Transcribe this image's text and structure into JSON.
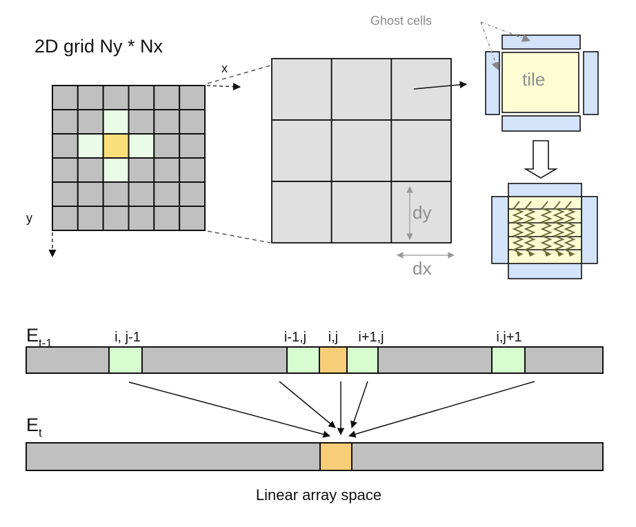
{
  "grid2d": {
    "title": "2D grid Ny * Nx",
    "x_axis": "x",
    "y_axis": "y",
    "rows": 6,
    "cols": 6,
    "center_cell": [
      2,
      2
    ],
    "neighbor_cells": [
      [
        1,
        2
      ],
      [
        2,
        1
      ],
      [
        2,
        3
      ],
      [
        3,
        2
      ]
    ]
  },
  "zoom_grid": {
    "rows": 3,
    "cols": 3,
    "dx_label": "dx",
    "dy_label": "dy"
  },
  "tile": {
    "label": "tile",
    "ghost_label": "Ghost cells"
  },
  "linear": {
    "top_label_main": "E",
    "top_label_sub": "t-1",
    "bottom_label_main": "E",
    "bottom_label_sub": "t",
    "cell_labels": [
      "i, j-1",
      "i-1,j",
      "i,j",
      "i+1,j",
      "i,j+1"
    ],
    "caption": "Linear array space"
  },
  "colors": {
    "grid_gray": "#c0c0c0",
    "zoom_gray": "#e0e0e0",
    "neighbor_green_grid": "#eafbe8",
    "center_yellow_grid": "#f8df7a",
    "neighbor_green_bar": "#d6fcd0",
    "center_orange_bar": "#f7cd78",
    "ghost_blue": "#d2e3fa",
    "tile_yellow": "#fdfdd4",
    "gray_annotation": "#9a9a9a"
  }
}
